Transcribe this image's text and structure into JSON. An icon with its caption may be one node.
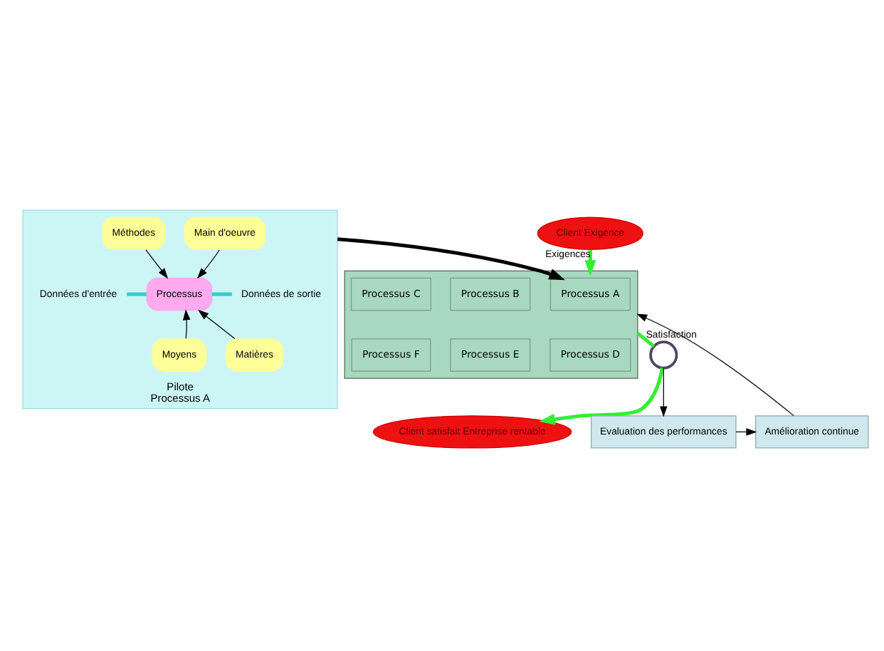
{
  "diagram": {
    "nodes": [
      {
        "text": [
          "Pilote",
          "Processus A"
        ]
      },
      {
        "text": [
          "Main d'oeuvre"
        ],
        "in": 0
      },
      {
        "text": [
          "Méthodes"
        ],
        "in": 0
      },
      {
        "text": [
          "Données d'entrée"
        ],
        "in": 0
      },
      {
        "text": [
          "Processus"
        ],
        "in": 0
      },
      {
        "text": [
          "Données de sortie"
        ],
        "in": 0
      },
      {
        "text": [
          "Moyens"
        ],
        "in": 0
      },
      {
        "text": [
          "Matières"
        ],
        "in": 0
      },
      {
        "text": [
          "Client Exigence"
        ]
      },
      {
        "text": [],
        "shape": "box"
      },
      {
        "text": [
          "Processus A"
        ],
        "in": 9
      },
      {
        "text": [
          "Processus B"
        ],
        "in": 9
      },
      {
        "text": [
          "Processus C"
        ],
        "in": 9
      },
      {
        "text": [
          "Processus D"
        ],
        "in": 9
      },
      {
        "text": [
          "Processus E"
        ],
        "in": 9
      },
      {
        "text": [
          "Processus F"
        ],
        "in": 9
      },
      {
        "text": [],
        "shape": "circle"
      },
      {
        "text": [
          "Client satisfait Entreprise rentable"
        ]
      },
      {
        "text": [
          "Amélioration continue"
        ]
      },
      {
        "text": [
          "Evaluation des performances"
        ]
      }
    ],
    "edges": [
      {
        "from": 1,
        "to": 4,
        "arrow": "to"
      },
      {
        "from": 2,
        "to": 4,
        "arrow": "to"
      },
      {
        "from": 3,
        "to": 4,
        "arrow": "none",
        "color": "#33cccc",
        "style": "thick"
      },
      {
        "from": 4,
        "to": 5,
        "arrow": "none",
        "color": "#33cccc",
        "style": "thick"
      },
      {
        "from": 6,
        "to": 4,
        "arrow": "to"
      },
      {
        "from": 7,
        "to": 4,
        "arrow": "to"
      },
      {
        "from": 0,
        "to": 10,
        "arrow": "to",
        "style": "thick"
      },
      {
        "from": 8,
        "to": 9,
        "arrow": "to",
        "label": "Exigences",
        "style": "thick",
        "color": "#33ee33"
      },
      {
        "from": 9,
        "to": 16,
        "arrow": "none",
        "label": "Satisfaction",
        "style": "thick",
        "color": "#33ee33"
      },
      {
        "from": 16,
        "to": 17,
        "arrow": "to",
        "style": "thick",
        "color": "#33ee33"
      },
      {
        "from": 16,
        "to": 19,
        "arrow": "to"
      },
      {
        "from": 19,
        "to": 18,
        "arrow": "to"
      },
      {
        "from": 18,
        "to": 9,
        "arrow": "to"
      }
    ]
  }
}
